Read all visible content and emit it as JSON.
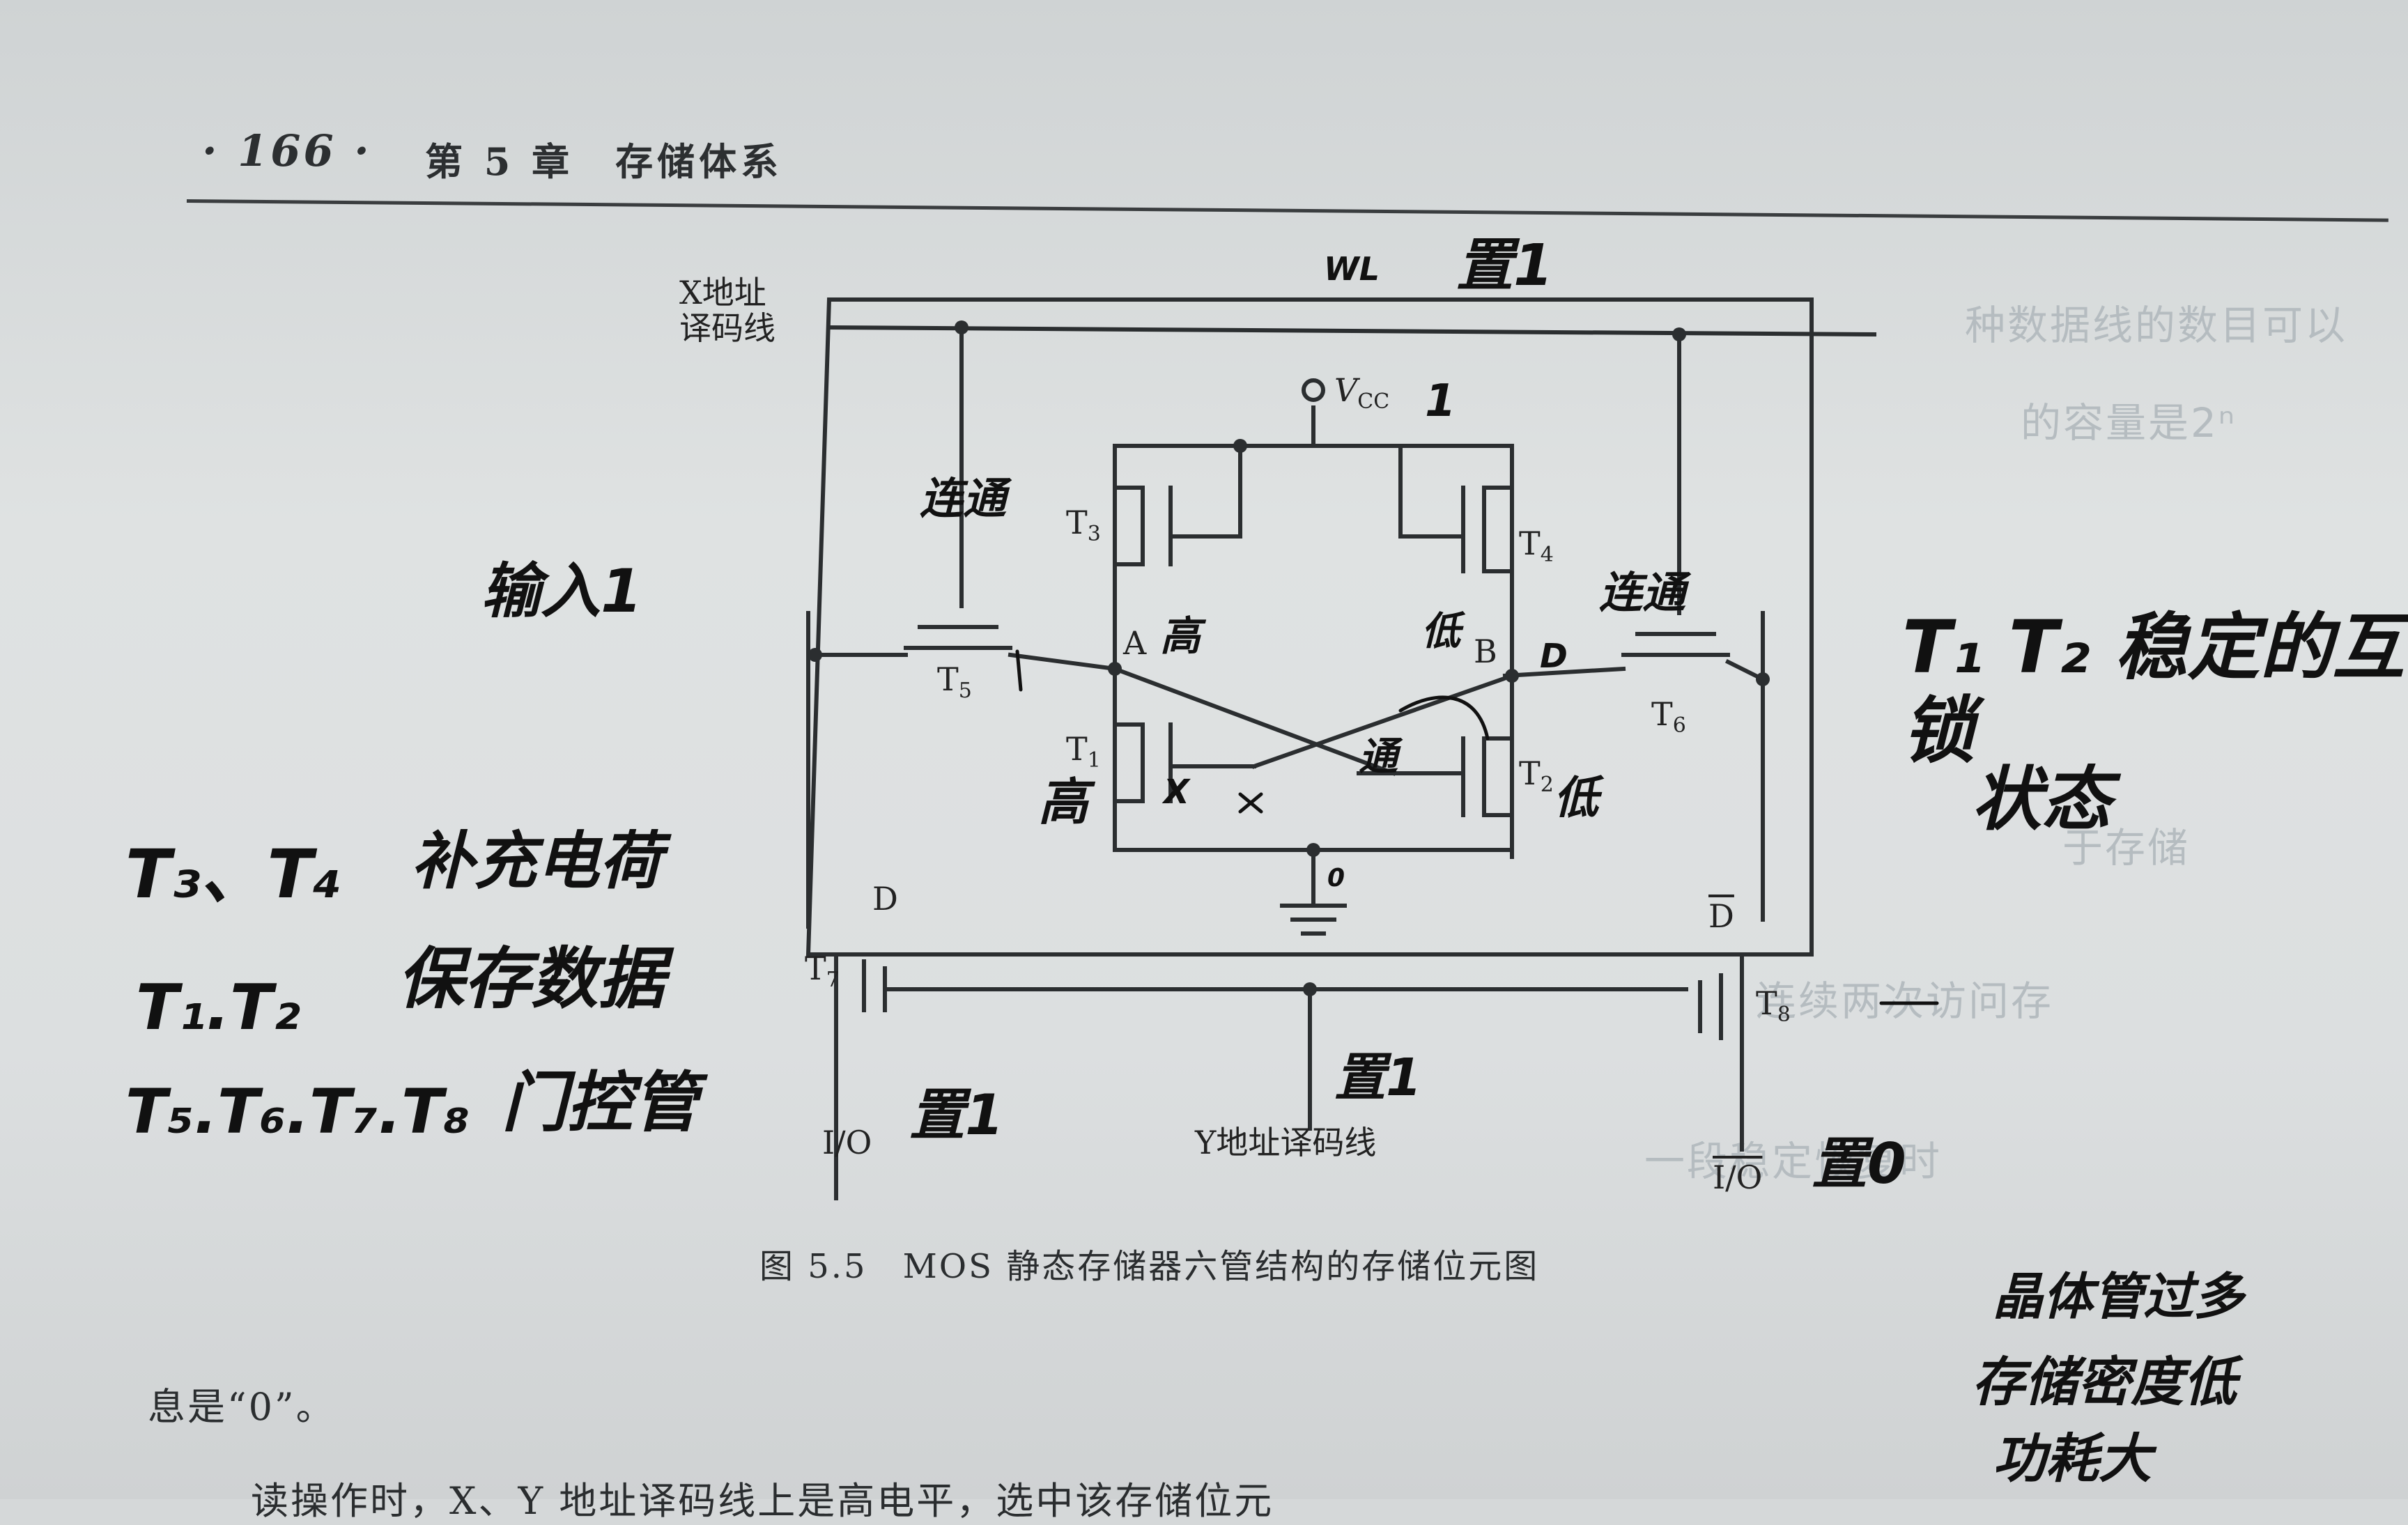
{
  "header": {
    "page_number": "· 166 ·",
    "chapter": "第 5 章　存储体系"
  },
  "figure": {
    "caption": "图 5.5　MOS 静态存储器六管结构的存储位元图",
    "labels": {
      "x_decoder_line1": "X地址",
      "x_decoder_line2": "译码线",
      "vcc": "V",
      "vcc_sub": "CC",
      "t1": "T",
      "t1_sub": "1",
      "t2": "T",
      "t2_sub": "2",
      "t3": "T",
      "t3_sub": "3",
      "t4": "T",
      "t4_sub": "4",
      "t5": "T",
      "t5_sub": "5",
      "t6": "T",
      "t6_sub": "6",
      "t7": "T",
      "t7_sub": "7",
      "t8": "T",
      "t8_sub": "8",
      "node_a": "A",
      "node_b": "B",
      "data_d": "D",
      "data_d_bar": "D",
      "io": "I/O",
      "io_bar": "I/O",
      "y_decoder": "Y地址译码线"
    }
  },
  "annotations": {
    "wl": "WL",
    "wl_set": "置1",
    "vcc_note": "1",
    "t5_conduct": "连通",
    "t6_conduct": "连通",
    "input": "输入1",
    "a_high": "高",
    "b_low": "低",
    "d_mark": "D",
    "t1_high": "高",
    "x_mark": "X",
    "t2_conduct": "通",
    "t2_low": "低",
    "ground_note": "0",
    "y_set": "置1",
    "io_set": "置1",
    "io_bar_set": "置0",
    "left_note_1_key": "T₃、T₄",
    "left_note_1_val": "补充电荷",
    "left_note_2_key": "T₁.T₂",
    "left_note_2_val": "保存数据",
    "left_note_3_key": "T₅.T₆.T₇.T₈",
    "left_note_3_val": "门控管",
    "right_note_1": "T₁ T₂ 稳定的互锁",
    "right_note_2": "状态",
    "bottom_note_1": "晶体管过多",
    "bottom_note_2": "存储密度低",
    "bottom_note_3": "功耗大"
  },
  "body": {
    "line1": "息是“0”。",
    "line2": "读操作时，X、Y 地址译码线上是高电平，选中该存储位元"
  },
  "colors": {
    "ink": "#111111",
    "print": "#2a2d2f",
    "paper": "#dcdfe0"
  }
}
